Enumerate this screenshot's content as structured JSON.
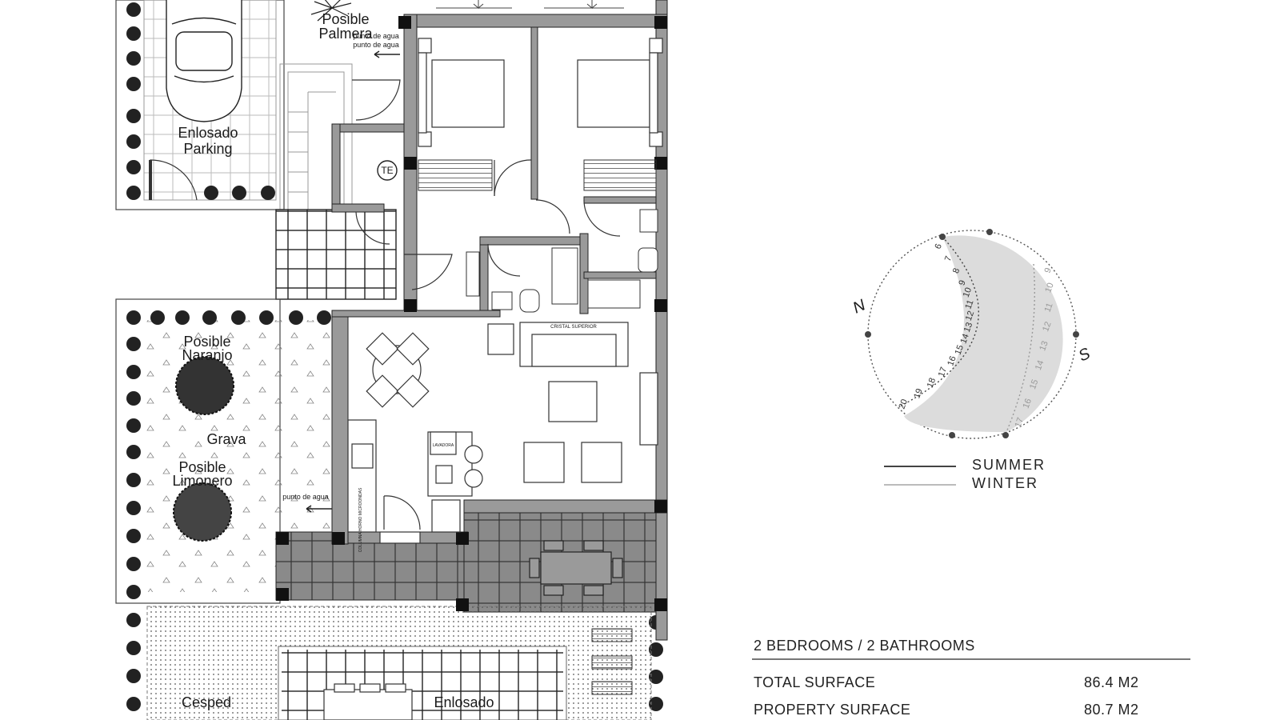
{
  "plan": {
    "labels": {
      "palm": [
        "Posible",
        "Palmera"
      ],
      "water_point_top": "punto de agua",
      "parking": [
        "Enlosado",
        "Parking"
      ],
      "te": "TE",
      "orange": [
        "Posible",
        "Naranjo"
      ],
      "gravel": "Grava",
      "lemon": [
        "Posible",
        "Limonero"
      ],
      "water_point_side": "punto de agua",
      "lawn": "Cesped",
      "paving": "Enlosado",
      "upper_glass": "CRISTAL SUPERIOR",
      "washer": "LAVADORA",
      "boiler": "COLUMNA HORNO MICROONDAS"
    }
  },
  "sun": {
    "north": "N",
    "south": "S",
    "summer_hours": [
      "6",
      "7",
      "8",
      "9",
      "10",
      "11",
      "12",
      "13",
      "14",
      "15",
      "16",
      "17",
      "18",
      "19",
      "20"
    ],
    "winter_hours": [
      "9",
      "10",
      "11",
      "12",
      "13",
      "14",
      "15",
      "16",
      "17"
    ]
  },
  "legend": {
    "summer": "SUMMER",
    "winter": "WINTER",
    "summer_color": "#444444",
    "winter_color": "#bbbbbb"
  },
  "specs": {
    "heading": "2 BEDROOMS / 2 BATHROOMS",
    "rows": [
      {
        "label": "TOTAL SURFACE",
        "value": "86.4 M2"
      },
      {
        "label": "PROPERTY SURFACE",
        "value": "80.7 M2"
      }
    ]
  }
}
